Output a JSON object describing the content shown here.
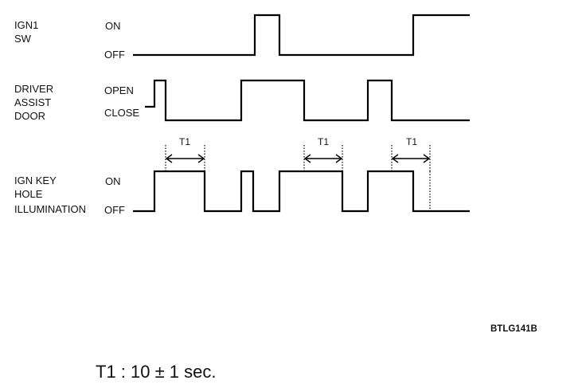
{
  "signals": {
    "ign1": {
      "name_lines": [
        "IGN1",
        "SW"
      ],
      "high_label": "ON",
      "low_label": "OFF"
    },
    "door": {
      "name_lines": [
        "DRIVER",
        "ASSIST",
        "DOOR"
      ],
      "high_label": "OPEN",
      "low_label": "CLOSE"
    },
    "illum": {
      "name_lines": [
        "IGN KEY",
        "HOLE",
        "ILLUMINATION"
      ],
      "high_label": "ON",
      "low_label": "OFF"
    }
  },
  "timing_marks": [
    "T1",
    "T1",
    "T1"
  ],
  "figure_code": "BTLG141B",
  "note": "T1 : 10 ± 1 sec."
}
